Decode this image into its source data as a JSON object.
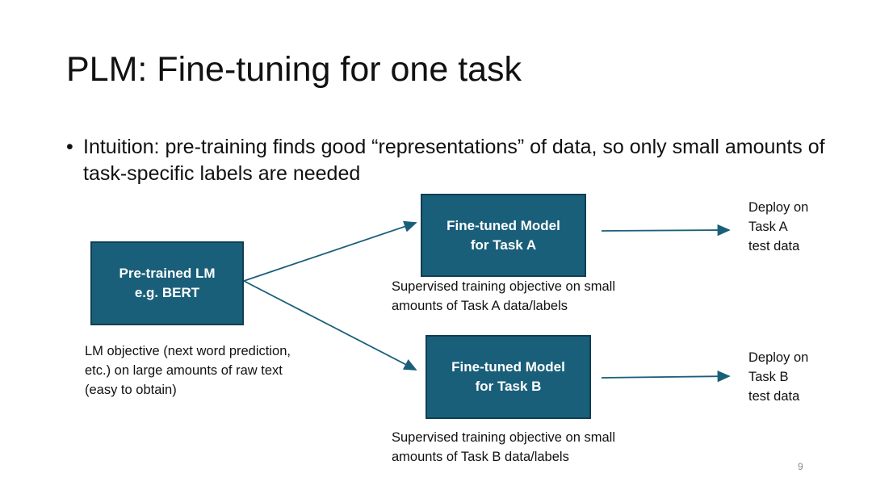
{
  "slide": {
    "title": "PLM: Fine-tuning for one task",
    "bullet": "Intuition: pre-training finds good “representations” of data, so only small amounts of task-specific labels are needed",
    "page_number": "9"
  },
  "nodes": {
    "pretrained": {
      "line1": "Pre-trained LM",
      "line2": "e.g. BERT"
    },
    "model_a": {
      "line1": "Fine-tuned Model",
      "line2": "for Task A"
    },
    "model_b": {
      "line1": "Fine-tuned Model",
      "line2": "for Task B"
    }
  },
  "notes": {
    "lm_objective": [
      "LM objective (next word prediction,",
      "etc.) on large amounts of raw text",
      "(easy to obtain)"
    ],
    "supervised_a": [
      "Supervised training objective on small",
      "amounts of Task A data/labels"
    ],
    "supervised_b": [
      "Supervised training objective on small",
      "amounts of Task B data/labels"
    ],
    "deploy_a": [
      "Deploy on",
      "Task A",
      "test data"
    ],
    "deploy_b": [
      "Deploy on",
      "Task B",
      "test data"
    ]
  },
  "colors": {
    "box_fill": "#1a5f7a",
    "box_border": "#0f3f52",
    "arrow": "#1a5f7a"
  }
}
